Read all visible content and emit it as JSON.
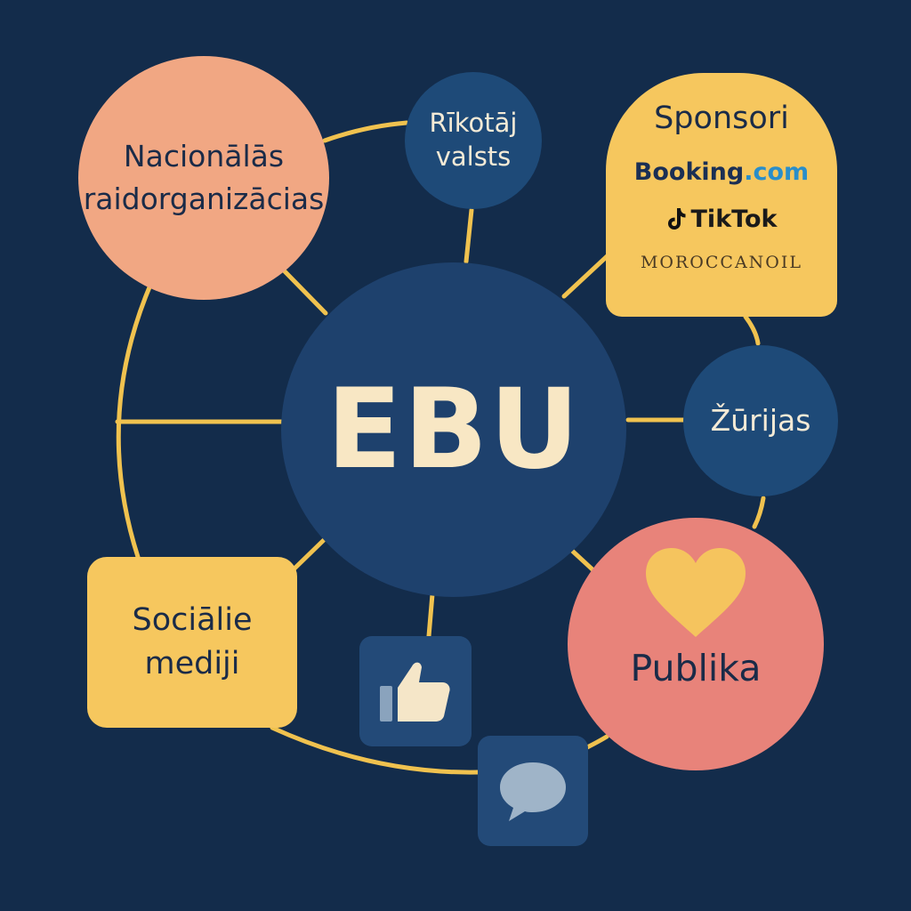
{
  "diagram": {
    "center": {
      "label": "EBU"
    },
    "nodes": {
      "broadcasters": {
        "label_line1": "Nacionālās",
        "label_line2": "raidorganizācias"
      },
      "host": {
        "label_line1": "Rīkotāj",
        "label_line2": "valsts"
      },
      "sponsors": {
        "title": "Sponsori",
        "brands": {
          "booking_main": "Booking",
          "booking_suffix": ".com",
          "tiktok": "TikTok",
          "moroccanoil": "MOROCCANOIL"
        }
      },
      "juries": {
        "label": "Žūrijas"
      },
      "social": {
        "label_line1": "Sociālie",
        "label_line2": "mediji"
      },
      "audience": {
        "label": "Publika",
        "icon": "heart-icon"
      }
    },
    "icons": [
      "thumbs-up-icon",
      "speech-bubble-icon"
    ],
    "colors": {
      "background": "#132c4b",
      "connector": "#f0c24f",
      "navy_node": "#1e4a78",
      "peach": "#f1a783",
      "yellow": "#f6c75e",
      "coral": "#e8837a",
      "center_text": "#f8e7c4"
    }
  }
}
